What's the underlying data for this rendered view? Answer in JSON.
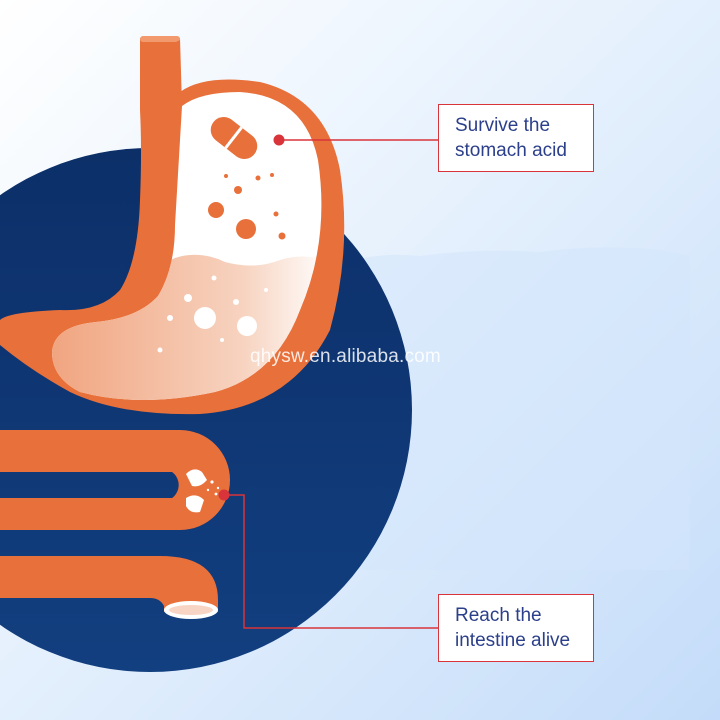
{
  "callouts": {
    "stomach": {
      "line1": "Survive the",
      "line2": "stomach acid"
    },
    "intestine": {
      "line1": "Reach the",
      "line2": "intestine alive"
    }
  },
  "watermark": "qhysw.en.alibaba.com",
  "colors": {
    "background_top": "#ffffff",
    "background_bottom": "#c7defa",
    "circle": "#0f3a78",
    "organ": "#e8703a",
    "accent_red": "#d9343a",
    "callout_text": "#2b3f8a"
  },
  "icons": [
    "capsule-icon",
    "pointer-dot-icon"
  ]
}
